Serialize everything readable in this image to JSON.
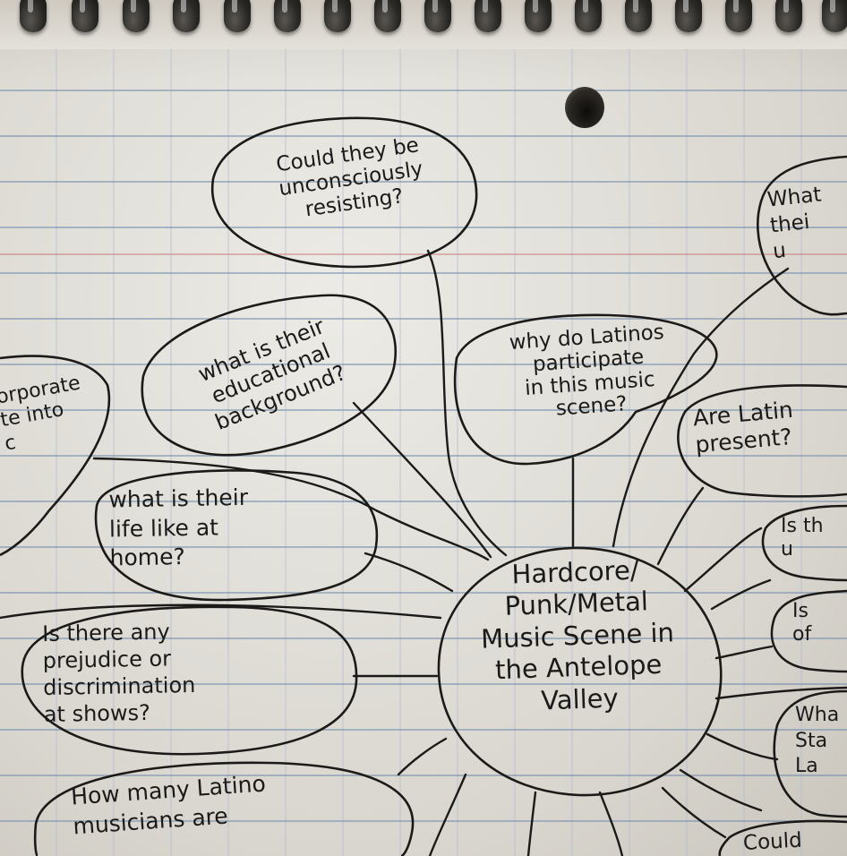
{
  "image": {
    "kind": "photo of hand-drawn mind map on spiral-bound lined notebook paper",
    "ink_color": "#1c1a18",
    "paper_color": "#e6e3dd",
    "rule_line_color": "#7f97b8",
    "margin_line_color": "#c36e6e"
  },
  "center": {
    "text": "Hardcore/\nPunk/Metal\nMusic Scene in\nthe Antelope\nValley"
  },
  "bubbles": [
    {
      "id": "unconsciously",
      "text": "Could they be\nunconsciously\nresisting?"
    },
    {
      "id": "educational",
      "text": "what is their\neducational\nbackground?"
    },
    {
      "id": "why-participate",
      "text": "why do Latinos\nparticipate\nin this music\nscene?"
    },
    {
      "id": "life-at-home",
      "text": "what is their\nlife like at\nhome?"
    },
    {
      "id": "prejudice",
      "text": "Is there any\nprejudice or\ndiscrimination\nat shows?"
    },
    {
      "id": "how-many",
      "text": "How many Latino\nmusicians are"
    },
    {
      "id": "incorporate",
      "text": "orporate\nte into\nc"
    },
    {
      "id": "what-their",
      "text": "What\nthei\nu"
    },
    {
      "id": "are-latinos",
      "text": "Are Latin\npresent?"
    },
    {
      "id": "is-th",
      "text": "Is th\nu"
    },
    {
      "id": "is-of",
      "text": "Is\nof"
    },
    {
      "id": "wha-sta",
      "text": "Wha\nSta\nLa"
    },
    {
      "id": "could-bottom",
      "text": "Could"
    }
  ]
}
